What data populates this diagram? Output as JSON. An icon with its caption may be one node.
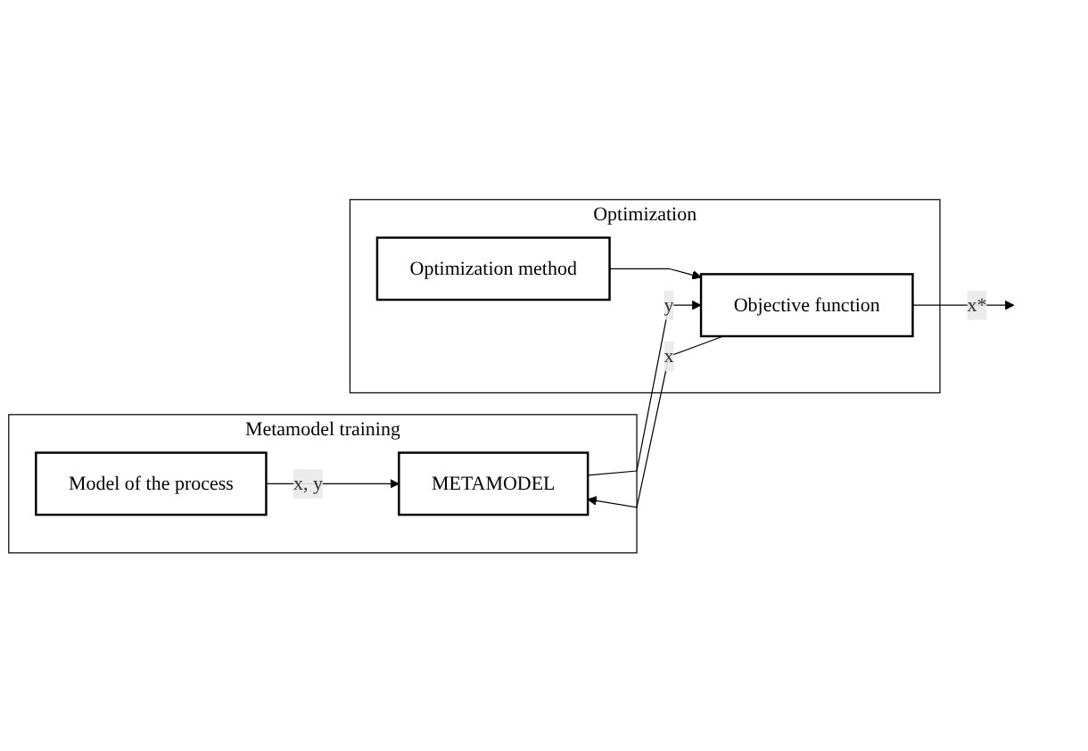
{
  "diagram": {
    "nodes": [
      {
        "text": [
          "Metamodel training"
        ]
      },
      {
        "text": [
          "Model of the process"
        ],
        "in": 0
      },
      {
        "text": [
          "METAMODEL"
        ],
        "in": 0
      },
      {
        "text": [
          "Optimization"
        ]
      },
      {
        "text": [
          "Optimization method"
        ],
        "in": 3
      },
      {
        "text": [
          "Objective function"
        ],
        "in": 3
      }
    ],
    "edges": [
      {
        "from": 1,
        "to": 2,
        "arrow": "to",
        "label": "x, y"
      },
      {
        "from": 2,
        "to": 5,
        "arrow": "to",
        "label": "y"
      },
      {
        "from": 4,
        "to": 5,
        "arrow": "to"
      },
      {
        "from": 5,
        "to": 2,
        "arrow": "to",
        "label": "x"
      },
      {
        "from": 5,
        "to": null,
        "arrow": "to",
        "label": "x*"
      }
    ]
  }
}
